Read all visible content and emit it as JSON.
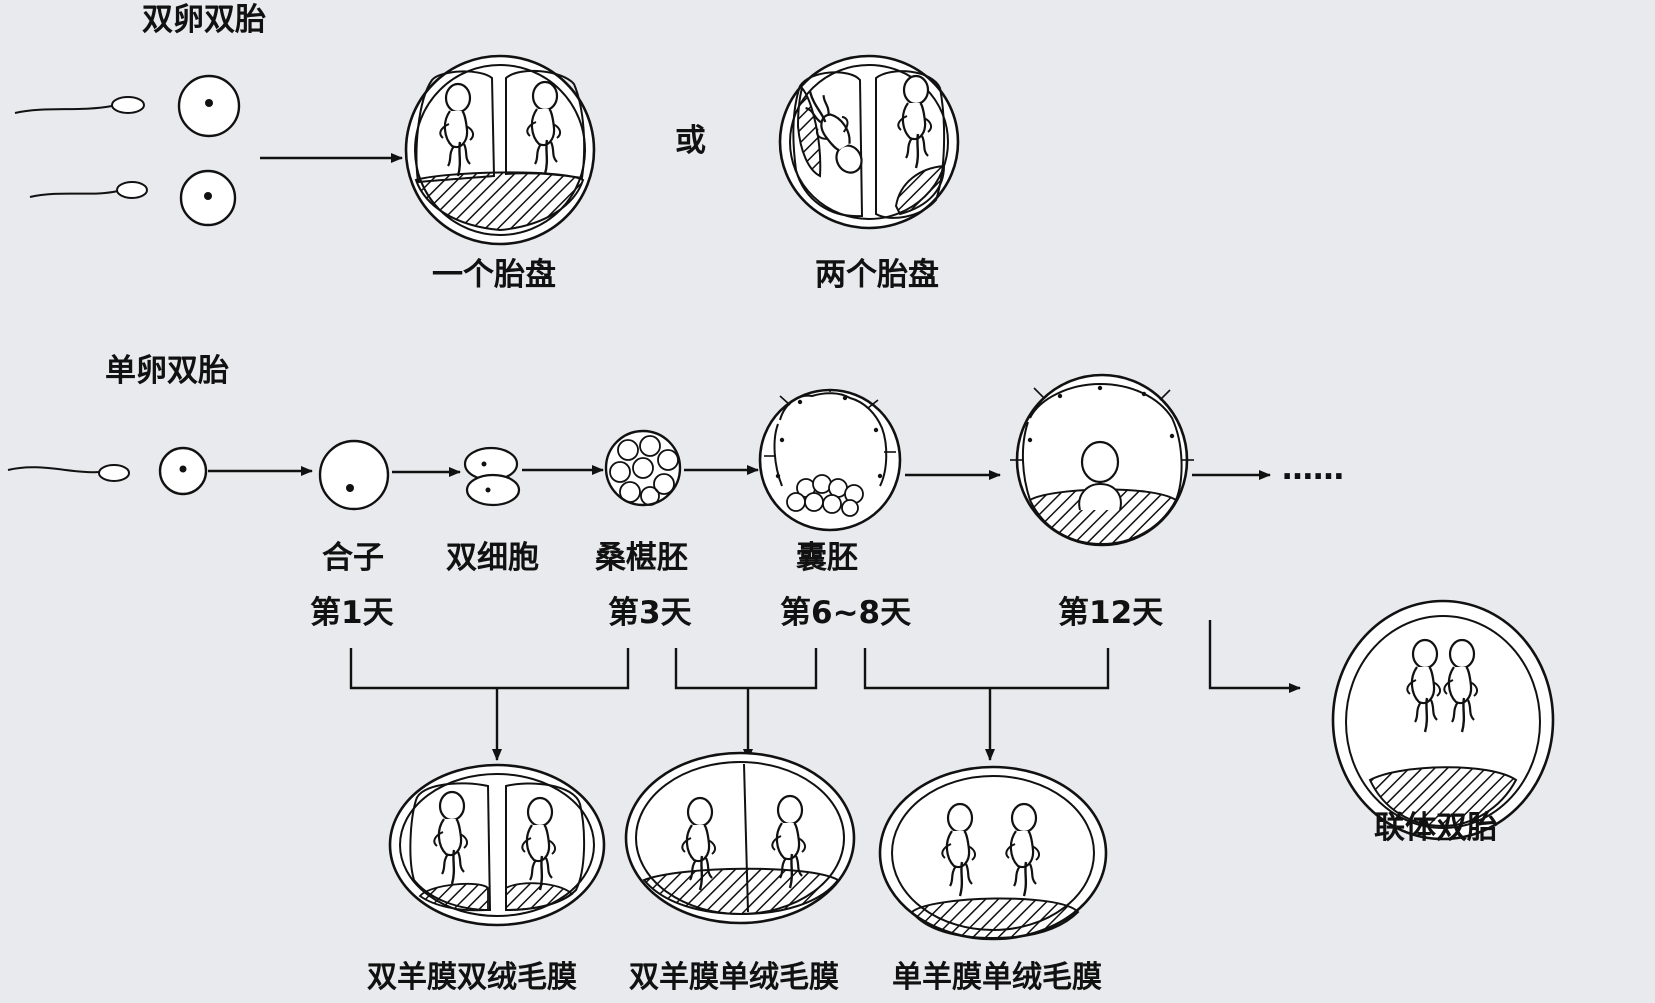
{
  "sections": {
    "dizygotic": {
      "title": "双卵双胎"
    },
    "monozygotic": {
      "title": "单卵双胎"
    }
  },
  "dizygotic": {
    "or_label": "或",
    "one_placenta": "一个胎盘",
    "two_placentas": "两个胎盘"
  },
  "stages": {
    "zygote": "合子",
    "two_cell": "双细胞",
    "morula": "桑椹胚",
    "blastocyst": "囊胚",
    "ellipsis": "……"
  },
  "days": {
    "day1": "第1天",
    "day3": "第3天",
    "day6_8": "第6~8天",
    "day12": "第12天"
  },
  "outcomes": {
    "di_di": "双羊膜双绒毛膜",
    "mono_di": "双羊膜单绒毛膜",
    "mono_mono": "单羊膜单绒毛膜",
    "conjoined": "联体双胎"
  },
  "colors": {
    "ink": "#111111",
    "paper": "#e9eaed"
  }
}
